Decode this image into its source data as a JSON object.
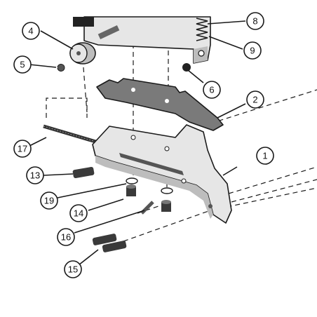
{
  "callouts": [
    {
      "id": "c1",
      "label": "1"
    },
    {
      "id": "c2",
      "label": "2"
    },
    {
      "id": "c4",
      "label": "4"
    },
    {
      "id": "c5",
      "label": "5"
    },
    {
      "id": "c6",
      "label": "6"
    },
    {
      "id": "c8",
      "label": "8"
    },
    {
      "id": "c9",
      "label": "9"
    },
    {
      "id": "c13",
      "label": "13"
    },
    {
      "id": "c14",
      "label": "14"
    },
    {
      "id": "c15",
      "label": "15"
    },
    {
      "id": "c16",
      "label": "16"
    },
    {
      "id": "c17",
      "label": "17"
    },
    {
      "id": "c19",
      "label": "19"
    }
  ],
  "colors": {
    "line": "#1a1a1a",
    "part_light": "#e6e6e6",
    "part_mid": "#bdbdbd",
    "part_dark": "#555555",
    "plate": "#7a7a7a",
    "fastener": "#3a3a3a"
  }
}
